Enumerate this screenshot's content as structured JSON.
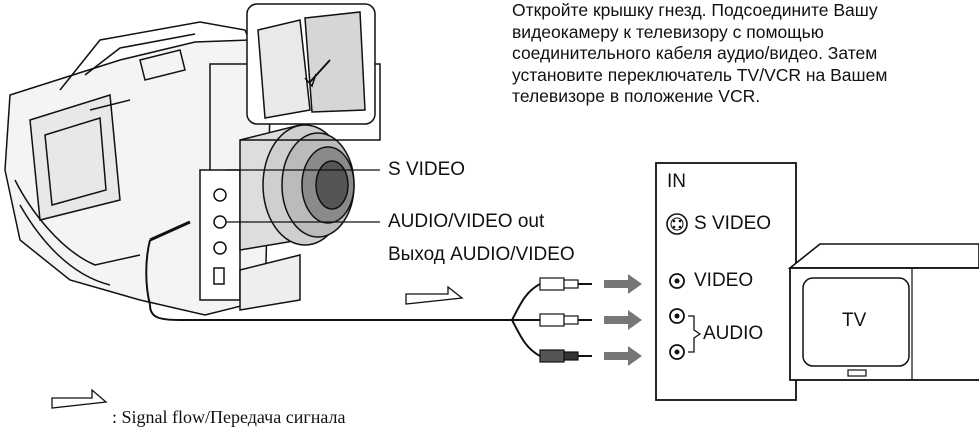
{
  "instruction_lines": [
    "Откройте крышку гнезд. Подсоедините Вашу",
    "видеокамеру к телевизору с помощью",
    "соединительного кабеля аудио/видео. Затем",
    "установите переключатель TV/VCR на Вашем",
    "телевизоре в положение VCR."
  ],
  "camera_labels": {
    "s_video": "S VIDEO",
    "av_out_en": "AUDIO/VIDEO out",
    "av_out_ru": "Выход AUDIO/VIDEO"
  },
  "tv_panel": {
    "in_label": "IN",
    "s_video_label": "S VIDEO",
    "video_label": "VIDEO",
    "audio_label": "AUDIO"
  },
  "tv_label": "TV",
  "legend": {
    "text": ": Signal flow/Передача сигнала",
    "icon": "signal-flow-arrow-icon"
  },
  "colors": {
    "arrow": "#777777",
    "line": "#111111"
  }
}
